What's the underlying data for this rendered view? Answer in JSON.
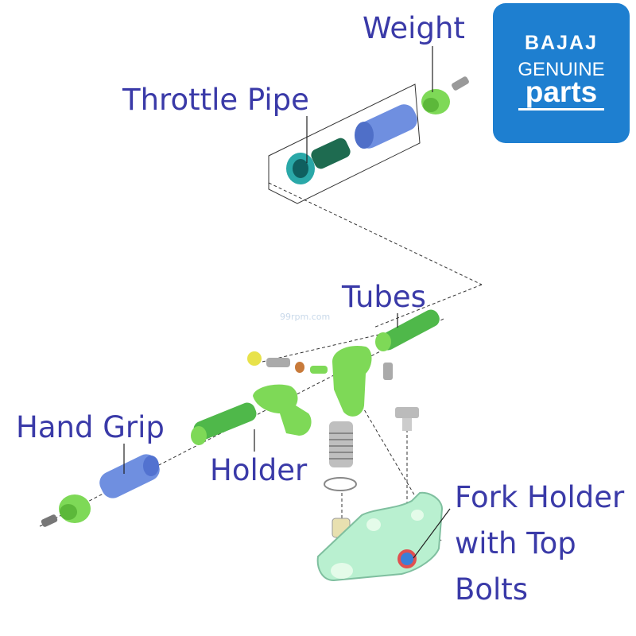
{
  "labels": {
    "weight": "Weight",
    "throttle_pipe": "Throttle Pipe",
    "tubes": "Tubes",
    "hand_grip": "Hand Grip",
    "holder": "Holder",
    "fork_holder_line1": "Fork Holder",
    "fork_holder_line2": "with Top",
    "fork_holder_line3": "Bolts"
  },
  "badge": {
    "brand": "BAJAJ",
    "line2": "GENUINE",
    "line3": "parts"
  },
  "watermark": "99rpm.com",
  "colors": {
    "label_text": "#3a3aa8",
    "badge_bg": "#1e7fd0",
    "part_green": "#7ed957",
    "part_blue": "#6f8fe0",
    "part_teal": "#2aa8a8",
    "fork_holder": "#b9f0d0"
  }
}
